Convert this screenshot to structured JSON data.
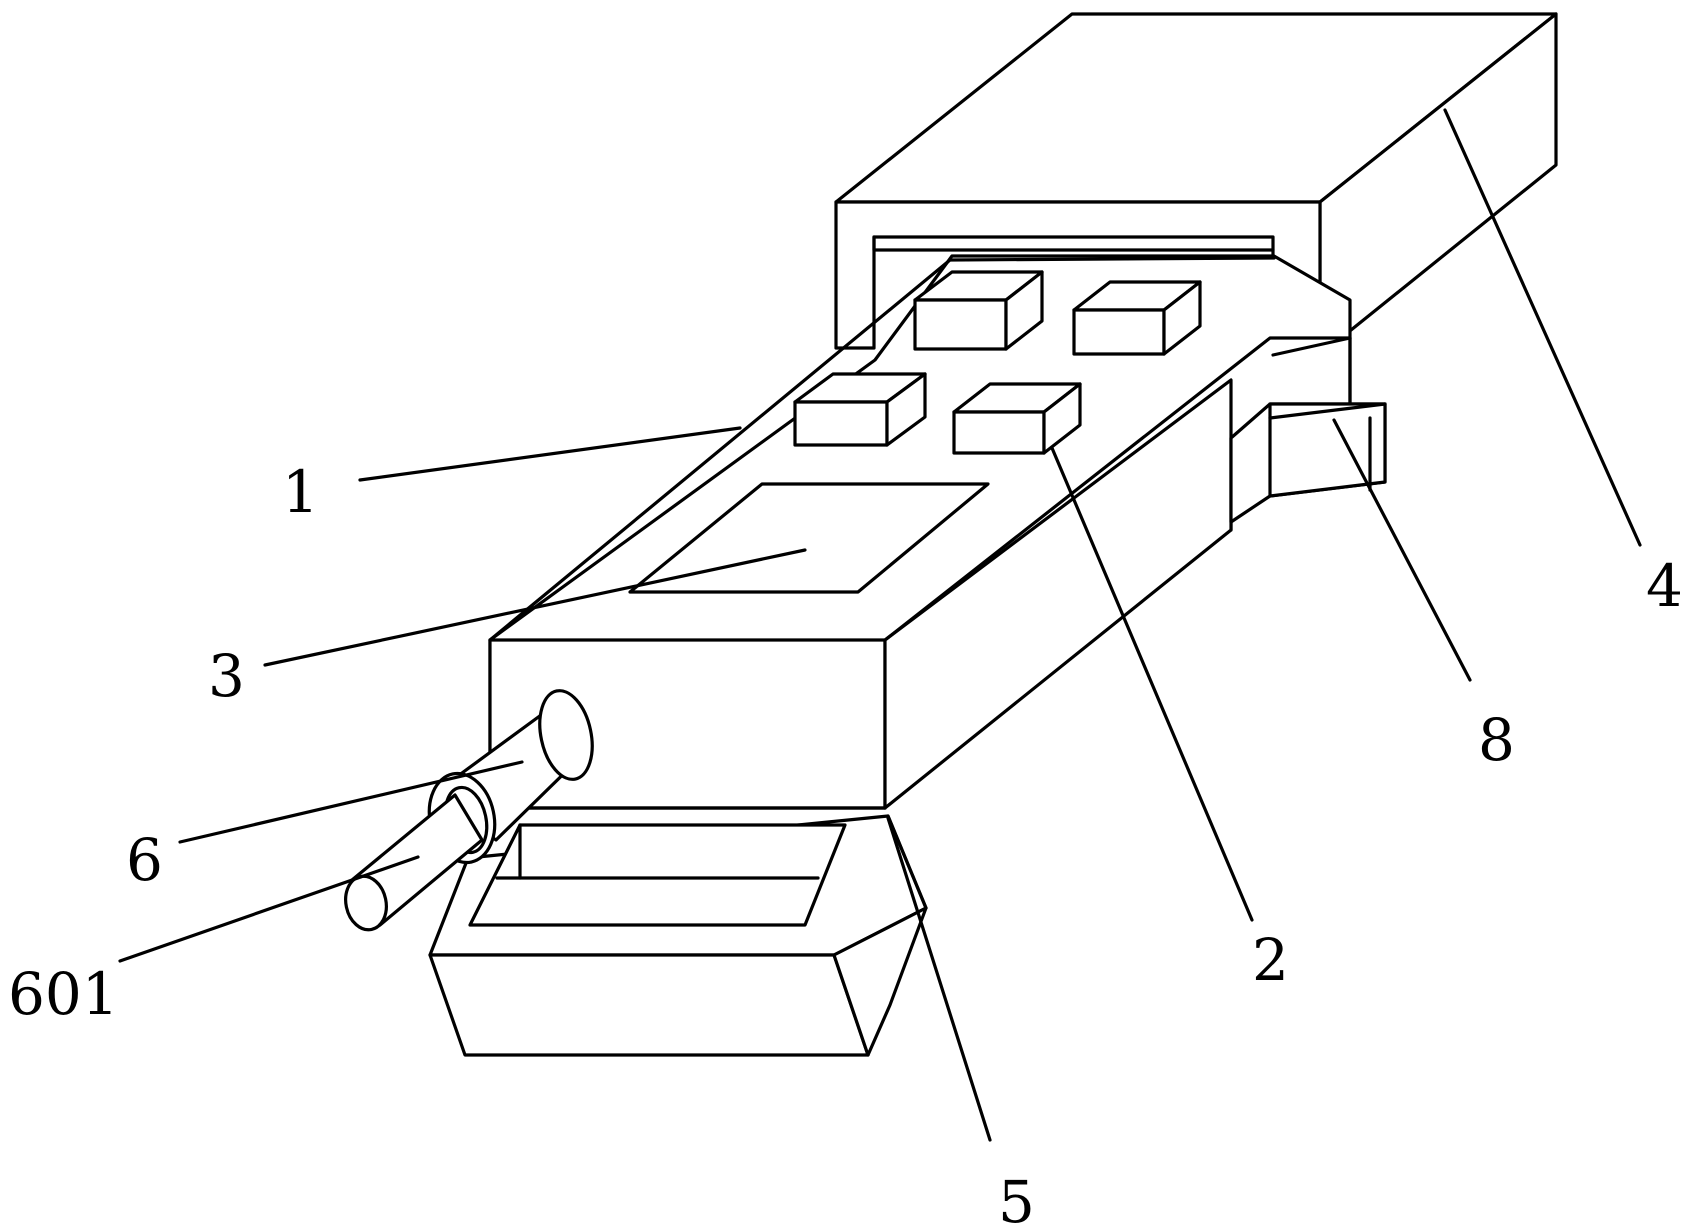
{
  "labels": {
    "part_1": "1",
    "part_2": "2",
    "part_3": "3",
    "part_4": "4",
    "part_5": "5",
    "part_6": "6",
    "part_601": "601",
    "part_8": "8"
  },
  "colors": {
    "line": "#000000",
    "background": "#ffffff"
  }
}
